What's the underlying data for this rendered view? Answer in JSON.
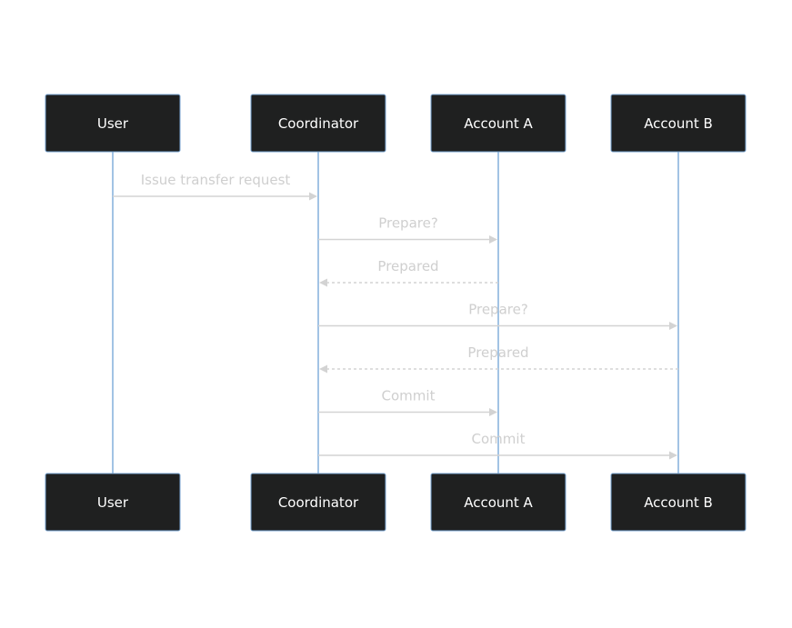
{
  "participants": [
    {
      "id": "user",
      "label": "User"
    },
    {
      "id": "coordinator",
      "label": "Coordinator"
    },
    {
      "id": "account_a",
      "label": "Account A"
    },
    {
      "id": "account_b",
      "label": "Account B"
    }
  ],
  "messages": [
    {
      "from": "user",
      "to": "coordinator",
      "label": "Issue transfer request",
      "style": "solid"
    },
    {
      "from": "coordinator",
      "to": "account_a",
      "label": "Prepare?",
      "style": "solid"
    },
    {
      "from": "account_a",
      "to": "coordinator",
      "label": "Prepared",
      "style": "dashed"
    },
    {
      "from": "coordinator",
      "to": "account_b",
      "label": "Prepare?",
      "style": "solid"
    },
    {
      "from": "account_b",
      "to": "coordinator",
      "label": "Prepared",
      "style": "dashed"
    },
    {
      "from": "coordinator",
      "to": "account_a",
      "label": "Commit",
      "style": "solid"
    },
    {
      "from": "coordinator",
      "to": "account_b",
      "label": "Commit",
      "style": "solid"
    }
  ]
}
